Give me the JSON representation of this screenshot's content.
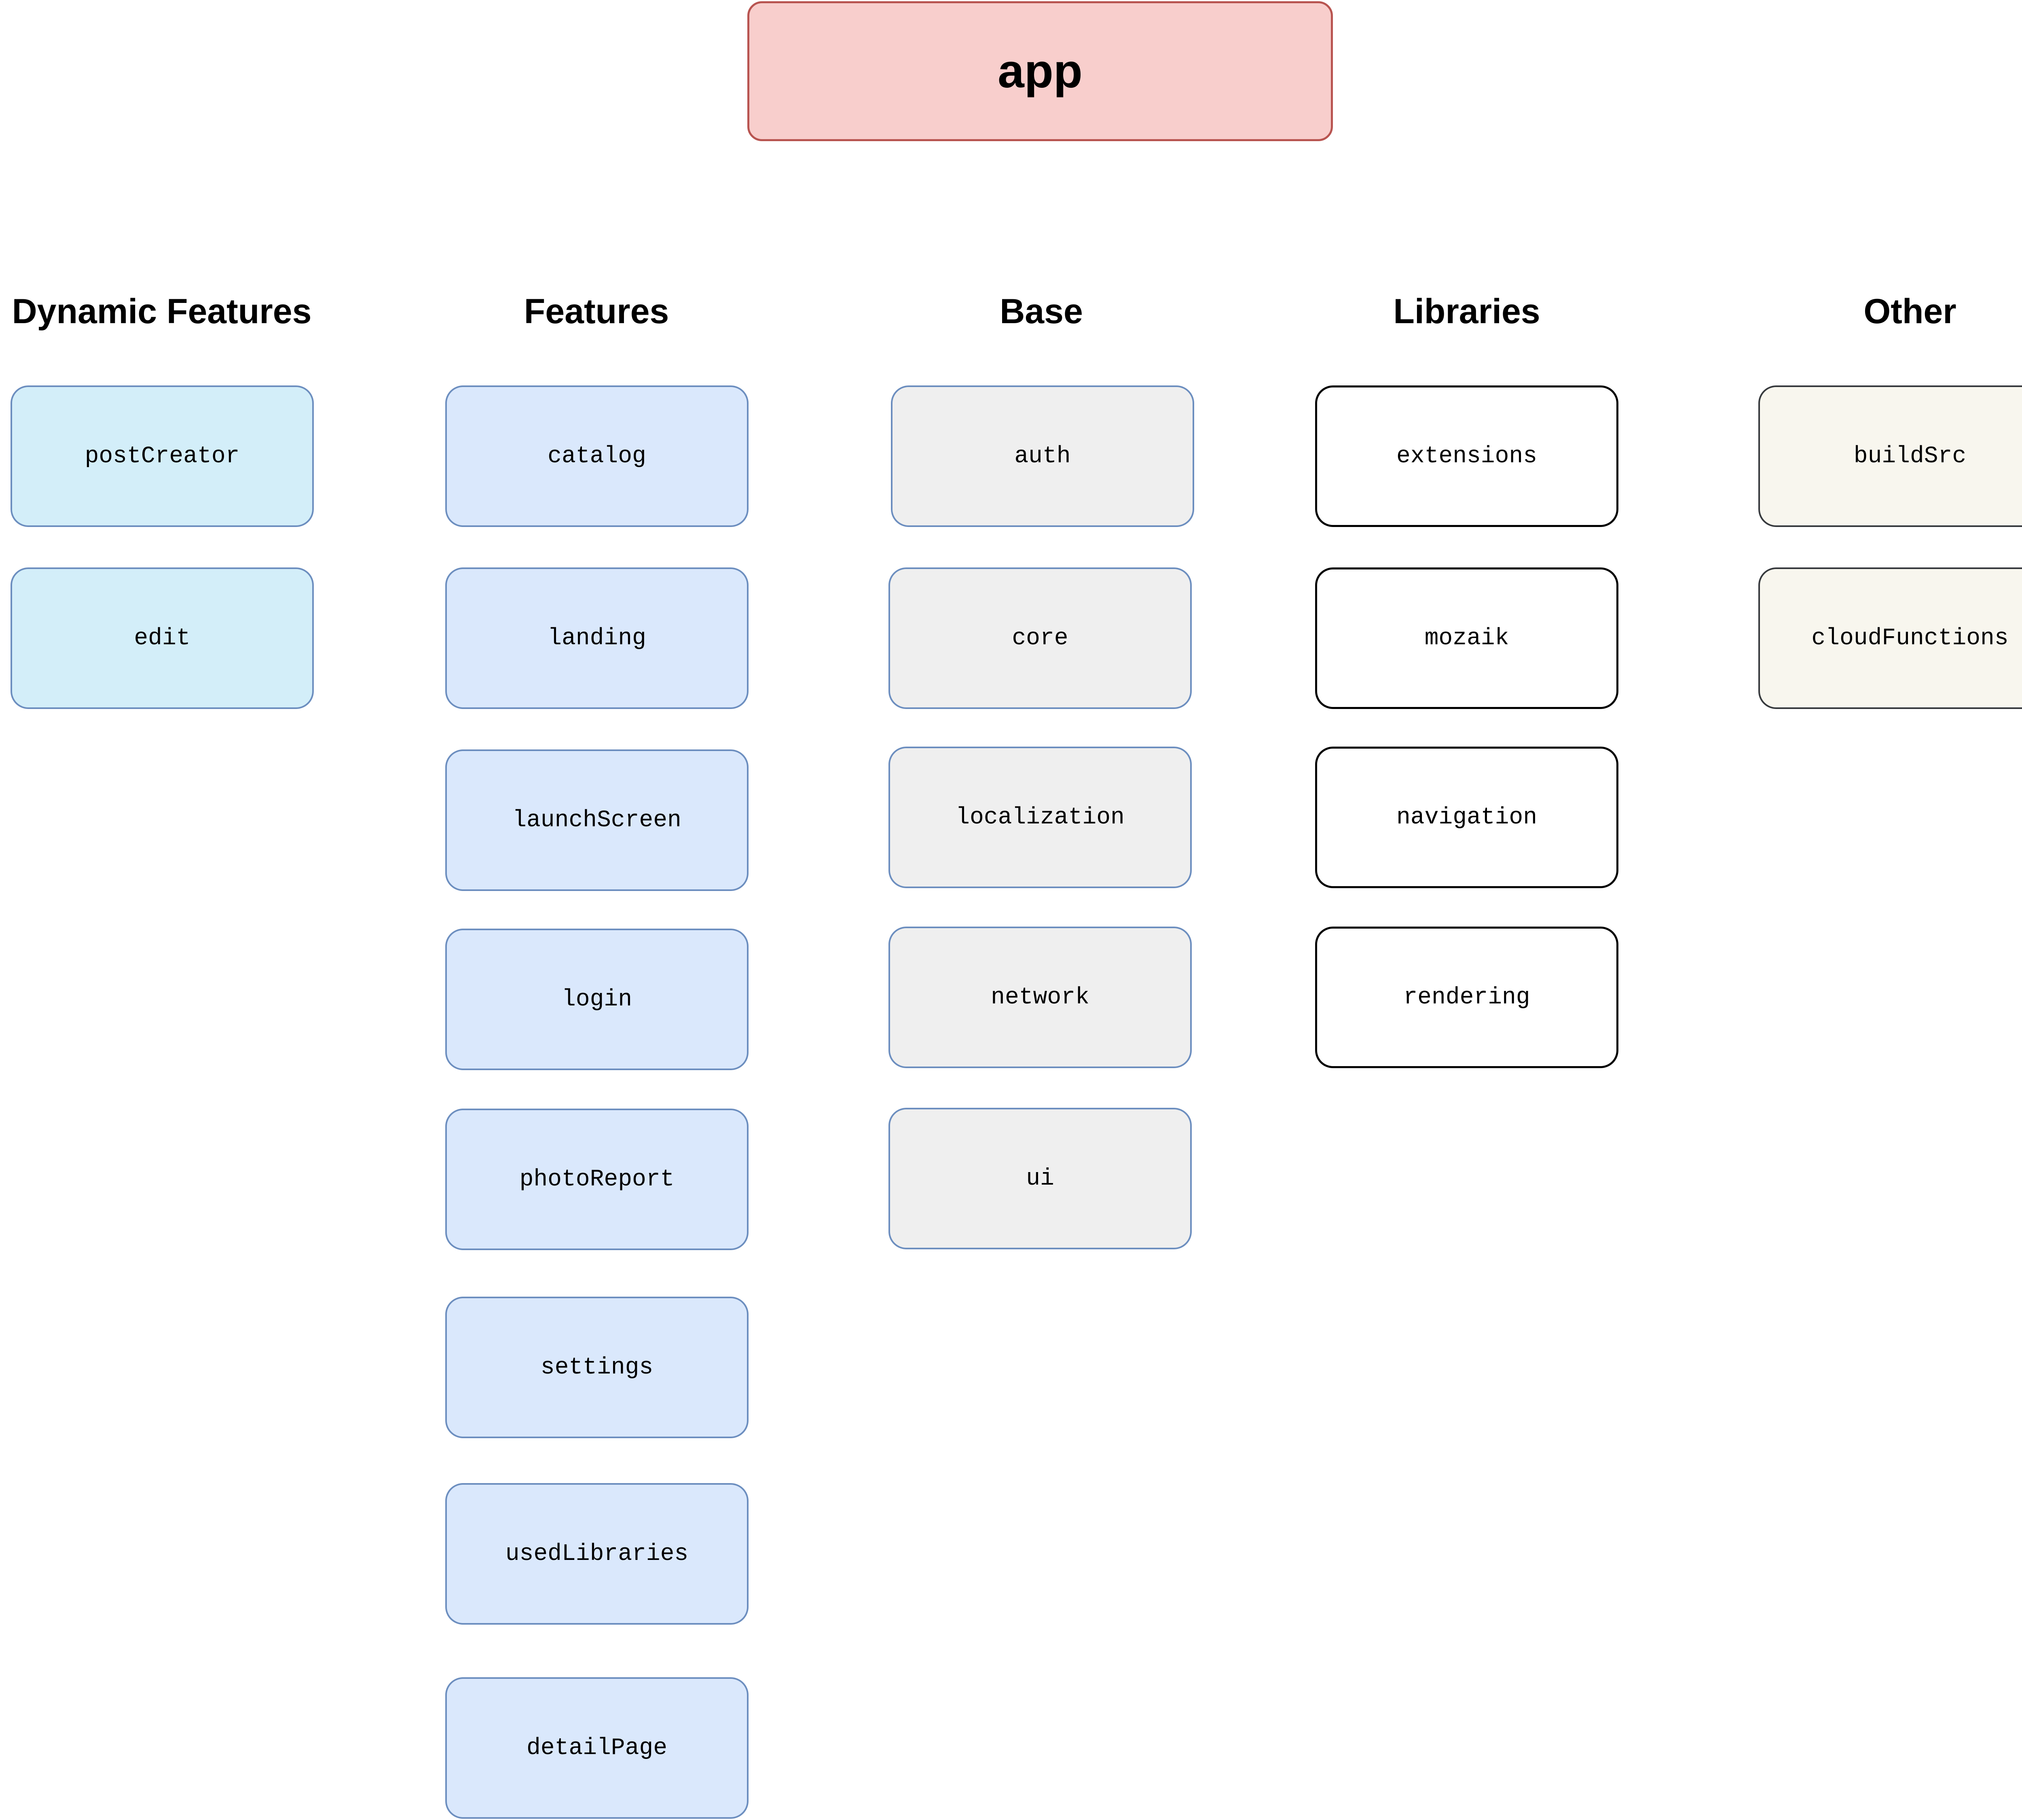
{
  "app": {
    "label": "app"
  },
  "columns": {
    "dynamic_features": {
      "heading": "Dynamic Features",
      "modules": [
        "postCreator",
        "edit"
      ]
    },
    "features": {
      "heading": "Features",
      "modules": [
        "catalog",
        "landing",
        "launchScreen",
        "login",
        "photoReport",
        "settings",
        "usedLibraries",
        "detailPage"
      ]
    },
    "base": {
      "heading": "Base",
      "modules": [
        "auth",
        "core",
        "localization",
        "network",
        "ui"
      ]
    },
    "libraries": {
      "heading": "Libraries",
      "modules": [
        "extensions",
        "mozaik",
        "navigation",
        "rendering"
      ]
    },
    "other": {
      "heading": "Other",
      "modules": [
        "buildSrc",
        "cloudFunctions"
      ]
    }
  },
  "colors": {
    "app_fill": "#f8cecc",
    "app_stroke": "#b85450",
    "dynamic_fill": "#d3eef9",
    "feature_fill": "#dae8fc",
    "base_fill": "#efefef",
    "library_fill": "#ffffff",
    "other_fill": "#f8f6ee",
    "blue_stroke": "#6c8ebf"
  }
}
